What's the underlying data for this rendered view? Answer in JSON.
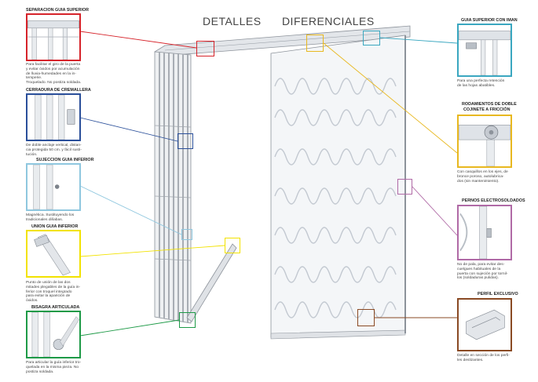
{
  "page": {
    "title_left": "DETALLES",
    "title_right": "DIFERENCIALES"
  },
  "details": [
    {
      "key": "separacion",
      "caption": "SEPARACION GUIA SUPERIOR",
      "lines": [
        "Para facilitar el giro de la puerta",
        "y evitar óxidos por acumulación",
        "de lluvia-humedades en la in-",
        "temperie.",
        "Troquelado. No postiza soldada."
      ],
      "color": "#d6232a"
    },
    {
      "key": "cerradura",
      "caption": "CERRADURA DE CREMALLERA",
      "lines": [
        "De doble anclaje vertical, distan-",
        "cia protegida 50 cm. y fácil susti-",
        "tución."
      ],
      "color": "#2a4f9a"
    },
    {
      "key": "sujecion",
      "caption": "SUJECCION GUIA INFERIOR",
      "lines": [
        "Magnética. Sustituyendo los",
        "tradicionales dilíabas."
      ],
      "color": "#8fc7df"
    },
    {
      "key": "union",
      "caption": "UNION GUIA INFERIOR",
      "lines": [
        "Punto de unión de las dos",
        "mitades plegables de la guía in-",
        "ferior con troquel integrado",
        "para evitar la aparición de",
        "óxidos."
      ],
      "color": "#f2e200"
    },
    {
      "key": "bisagra",
      "caption": "BISAGRA ARTICULADA",
      "lines": [
        "Para articular la guía inferior tro-",
        "quelada en la misma pieza. No",
        "postiza soldada."
      ],
      "color": "#1e9a47"
    },
    {
      "key": "iman",
      "caption": "GUIA SUPERIOR CON IMAN",
      "lines": [
        "Para una perfecta retención",
        "de las hojas abatibles."
      ],
      "color": "#3aa7c0"
    },
    {
      "key": "rodamientos",
      "caption": "RODAMIENTOS DE DOBLE",
      "caption2": "COJINETE A FRICCIÓN",
      "lines": [
        "Con casquillos en los ejes, de",
        "bronce poroso, autolubrica-",
        "dos (sin mantenimiento)."
      ],
      "color": "#e8b820"
    },
    {
      "key": "pernos",
      "caption": "PERNOS ELECTROSOLDADOS",
      "lines": [
        "No de pala, para evitar des-",
        "cuelgues habituales de la",
        "puerta con sujeción por tornil-",
        "los (soldaduras pulidas)."
      ],
      "color": "#b06aa6"
    },
    {
      "key": "perfil",
      "caption": "PERFIL EXCLUSIVO",
      "lines": [
        "Detalle en sección de los perfi-",
        "les deslizantes."
      ],
      "color": "#8a4a24"
    }
  ]
}
